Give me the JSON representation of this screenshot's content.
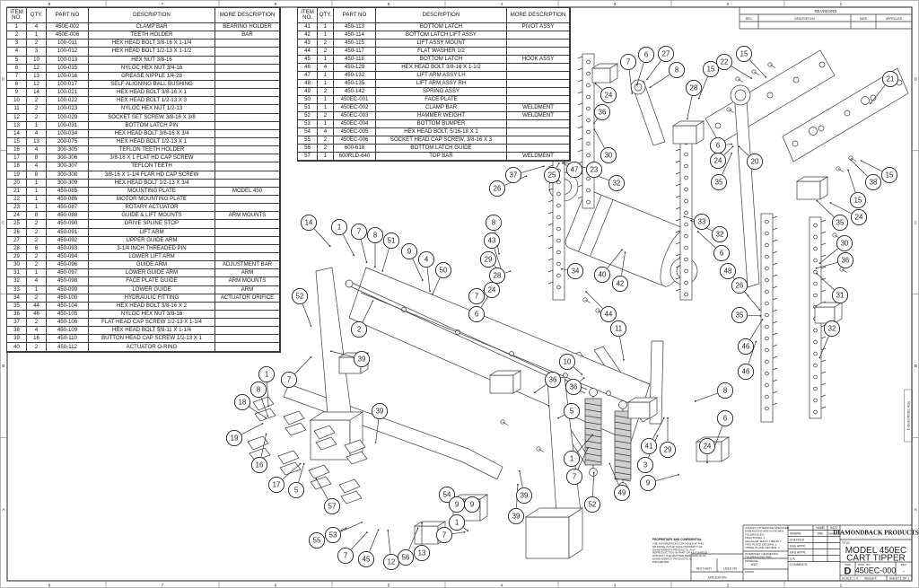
{
  "bom_headers": [
    "ITEM NO.",
    "QTY.",
    "PART NO",
    "DESCRIPTION",
    "MORE DESCRIPTION"
  ],
  "bom_left_rows": [
    [
      "1",
      "4",
      "450E-002",
      "CLAMP BAR",
      "BEARING HOLDER"
    ],
    [
      "2",
      "1",
      "450E-006",
      "TEETH HOLDER",
      "BAR"
    ],
    [
      "3",
      "2",
      "100-011",
      "HEX HEAD BOLT 3/8-16 X 1-1/4",
      ""
    ],
    [
      "4",
      "3",
      "100-012",
      "HEX HEAD BOLT 1/2-13 X 1-1/2",
      ""
    ],
    [
      "5",
      "10",
      "100-013",
      "HEX NUT 3/8-16",
      ""
    ],
    [
      "6",
      "12",
      "100-015",
      "NYLOC HEX NUT 3/4-16",
      ""
    ],
    [
      "7",
      "13",
      "100-016",
      "GREASE NIPPLE 1/4-28",
      ""
    ],
    [
      "8",
      "12",
      "100-017",
      "SELF ALIGNING BALL BUSHING",
      ""
    ],
    [
      "9",
      "14",
      "100-021",
      "HEX HEAD BOLT 3/8-16 X 1",
      ""
    ],
    [
      "10",
      "2",
      "100-022",
      "HEX HEAD BOLT 1/2-13 X 3",
      ""
    ],
    [
      "11",
      "2",
      "100-023",
      "NYLOC HEX NUT 1/2-13",
      ""
    ],
    [
      "12",
      "2",
      "100-029",
      "SOCKET SET SCREW 3/8-16 X 3/8",
      ""
    ],
    [
      "13",
      "1",
      "100-031",
      "BOTTOM LATCH PIN",
      ""
    ],
    [
      "14",
      "4",
      "100-034",
      "HEX HEAD BOLT 3/8-16 X 3/4",
      ""
    ],
    [
      "15",
      "13",
      "200-075",
      "HEX HEAD BOLT 1/2-13 X 1",
      ""
    ],
    [
      "16",
      "4",
      "300-305",
      "TEFLON TEETH HOLDER",
      ""
    ],
    [
      "17",
      "8",
      "300-306",
      "3/8-16 X 1 FLAT HD CAP SCREW",
      ""
    ],
    [
      "18",
      "4",
      "300-307",
      "TEFLON TEETH",
      ""
    ],
    [
      "19",
      "8",
      "300-308",
      "3/8-16 X 1-1/4 FLAR HD CAP SCREW",
      ""
    ],
    [
      "20",
      "1",
      "300-309",
      "HEX HEAD BOLT 1/2-13 X 3/4",
      ""
    ],
    [
      "21",
      "1",
      "450-085",
      "MOUNTING PLATE",
      "MODEL 450"
    ],
    [
      "22",
      "1",
      "450-086",
      "MOTOR MOUNTING PLATE",
      ""
    ],
    [
      "23",
      "1",
      "450-087",
      "ROTARY ACTUATOR",
      ""
    ],
    [
      "24",
      "8",
      "450-088",
      "GUIDE & LIFT MOUNTS",
      "ARM MOUNTS"
    ],
    [
      "25",
      "2",
      "450-090",
      "DRIVE SPLINE STOP",
      ""
    ],
    [
      "26",
      "2",
      "450-091",
      "LIFT ARM",
      ""
    ],
    [
      "27",
      "2",
      "450-092",
      "UPPER GUIDE ARM",
      ""
    ],
    [
      "28",
      "6",
      "450-093",
      "3-1/4 INCH THREADED PIN",
      ""
    ],
    [
      "29",
      "2",
      "450-094",
      "LOWER LIFT ARM",
      ""
    ],
    [
      "30",
      "2",
      "450-096",
      "GUIDE ARM",
      "ADJUSTMENT BAR"
    ],
    [
      "31",
      "1",
      "450-097",
      "LOWER GUIDE ARM",
      "ARM"
    ],
    [
      "32",
      "4",
      "450-098",
      "FACE PLATE GUIDE",
      "ARM MOUNTS"
    ],
    [
      "33",
      "1",
      "450-099",
      "LOWER GUIDE",
      "ARM"
    ],
    [
      "34",
      "2",
      "450-100",
      "HYDRAULIC FITTING",
      "ACTUATOR ORIFICE"
    ],
    [
      "35",
      "44",
      "450-104",
      "HEX HEAD BOLT 3/8-16 X 2",
      ""
    ],
    [
      "36",
      "46",
      "450-105",
      "NYLOC HEX NUT 3/8-16",
      ""
    ],
    [
      "37",
      "2",
      "450-106",
      "FLAT HEAD CAP SCREW 1/2-13 X 1-1/4",
      ""
    ],
    [
      "38",
      "4",
      "450-109",
      "HEX HEAD BOLT 5/8-11 X 1-1/4",
      ""
    ],
    [
      "39",
      "16",
      "450-110",
      "BUTTON HEAD CAP SCREW 1/2-13 X 1",
      ""
    ],
    [
      "40",
      "2",
      "450-112",
      "ACTUATOR O-RING",
      ""
    ]
  ],
  "bom_right_rows": [
    [
      "41",
      "1",
      "450-113",
      "BOTTOM LATCH",
      "PIVOT ASSY"
    ],
    [
      "42",
      "1",
      "450-114",
      "BOTTOM LATCH LIFT ASSY",
      ""
    ],
    [
      "43",
      "2",
      "450-115",
      "LIFT ASSY MOUNT",
      ""
    ],
    [
      "44",
      "2",
      "450-117",
      "FLAT WASHER 1/2",
      ""
    ],
    [
      "45",
      "1",
      "450-118",
      "BOTTOM LATCH",
      "HOOK ASSY"
    ],
    [
      "46",
      "4",
      "450-129",
      "HEX HEAD BOLT 3/8-16 X 1-1/2",
      ""
    ],
    [
      "47",
      "1",
      "450-132",
      "LIFT ARM ASSY LH",
      ""
    ],
    [
      "48",
      "1",
      "450-135",
      "LIFT ARM ASSY RH",
      ""
    ],
    [
      "49",
      "2",
      "450-142",
      "SPRING ASSY",
      ""
    ],
    [
      "50",
      "1",
      "450EC-001",
      "FACE PLATE",
      ""
    ],
    [
      "51",
      "1",
      "450EC-002",
      "CLAMP BAR",
      "WELDMENT"
    ],
    [
      "52",
      "2",
      "450EC-003",
      "HAMMER WEIGHT",
      "WELDMENT"
    ],
    [
      "53",
      "1",
      "450EC-004",
      "BOTTOM BUMPER",
      ""
    ],
    [
      "54",
      "4",
      "450EC-005",
      "HEX HEAD BOLT, 5/16-18 X 1",
      ""
    ],
    [
      "55",
      "2",
      "450EC-006",
      "SOCKET HEAD CAP SCREW, 3/8-16 X 3",
      ""
    ],
    [
      "56",
      "2",
      "600-618",
      "BOTTOM LATCH GUIDE",
      ""
    ],
    [
      "57",
      "1",
      "600RLD-640",
      "TOP BAR",
      "WELDMENT"
    ]
  ],
  "revisions": {
    "title": "REVISIONS",
    "headers": [
      "REV.",
      "DESCRIPTION",
      "DATE",
      "APPROVED"
    ]
  },
  "title_block": {
    "company": "DIAMONDBACK PRODUCTS",
    "title_label": "TITLE:",
    "title_line1": "MODEL 450EC",
    "title_line2": "CART TIPPER",
    "size_label": "SIZE",
    "size": "D",
    "dwg_label": "DWG.  NO.",
    "dwg_no": "450EC-000",
    "rev_label": "REV",
    "rev": "-",
    "scale": "SCALE: 1:4",
    "weight": "WEIGHT:",
    "sheet": "SHEET 1 OF 1",
    "tol_lines": [
      "UNLESS OTHERWISE SPECIFIED:",
      "DIMENSIONS ARE IN INCHES",
      "TOLERANCES:",
      "FRACTIONAL ±",
      "ANGULAR: MACH ±   BEND ±",
      "TWO PLACE DECIMAL    ±",
      "THREE PLACE DECIMAL  ±"
    ],
    "interpret_lines": [
      "INTERPRET GEOMETRIC",
      "TOLERANCING PER:"
    ],
    "material_label": "MATERIAL",
    "material": "A527",
    "finish_label": "FINISH",
    "name_header": "NAME",
    "date_header": "DATE",
    "sign_rows": [
      [
        "DRAWN",
        "DRE",
        "09/07/12"
      ],
      [
        "CHECKED",
        "",
        ""
      ],
      [
        "ENG APPR.",
        "",
        ""
      ],
      [
        "MFG APPR.",
        "",
        ""
      ],
      [
        "Q.A.",
        "",
        ""
      ],
      [
        "COMMENTS:",
        "",
        ""
      ]
    ],
    "next_assy": "NEXT ASSY",
    "used_on": "USED ON",
    "application": "APPLICATION",
    "prop_title": "PROPRIETARY AND CONFIDENTIAL",
    "prop_lines": [
      "THE INFORMATION CONTAINED IN THIS",
      "DRAWING IS THE SOLE PROPERTY OF",
      "DIAMONDBACK PRODUCTS.  ANY",
      "REPRODUCTION IN PART OR AS A WHOLE",
      "WITHOUT THE WRITTEN PERMISSION OF",
      "DIAMONDBACK PRODUCTS IS",
      "PROHIBITED."
    ]
  },
  "zones": {
    "bottom": [
      "8",
      "7",
      "6",
      "5",
      "4",
      "3",
      "2",
      "1"
    ],
    "top": [
      "8",
      "7",
      "6",
      "5",
      "4",
      "3",
      "2",
      "1"
    ],
    "left": [
      "D",
      "C",
      "B",
      "A"
    ],
    "right": [
      "D",
      "C",
      "B",
      "A"
    ],
    "edge_note": "D Model 450EC Assy"
  },
  "colors": {
    "line": "#3c3c3c",
    "border": "#333333",
    "text": "#161616"
  },
  "balloons": [
    [
      "7",
      700,
      69
    ],
    [
      "6",
      720,
      61
    ],
    [
      "27",
      742,
      60
    ],
    [
      "8",
      754,
      78
    ],
    [
      "28",
      773,
      98
    ],
    [
      "15",
      792,
      77
    ],
    [
      "22",
      807,
      69
    ],
    [
      "15",
      829,
      60
    ],
    [
      "21",
      992,
      88
    ],
    [
      "24",
      678,
      106
    ],
    [
      "36",
      671,
      125
    ],
    [
      "30",
      678,
      173
    ],
    [
      "20",
      841,
      180
    ],
    [
      "15",
      991,
      195
    ],
    [
      "38",
      973,
      203
    ],
    [
      "15",
      956,
      223
    ],
    [
      "24",
      957,
      242
    ],
    [
      "35",
      936,
      248
    ],
    [
      "6",
      800,
      162
    ],
    [
      "24",
      800,
      179
    ],
    [
      "35",
      801,
      203
    ],
    [
      "32",
      687,
      204
    ],
    [
      "33",
      782,
      247
    ],
    [
      "30",
      941,
      271
    ],
    [
      "36",
      942,
      290
    ],
    [
      "31",
      936,
      329
    ],
    [
      "32",
      927,
      366
    ],
    [
      "37",
      572,
      195
    ],
    [
      "25",
      615,
      195
    ],
    [
      "47",
      640,
      189
    ],
    [
      "23",
      662,
      189
    ],
    [
      "26",
      554,
      210
    ],
    [
      "8",
      550,
      248
    ],
    [
      "43",
      548,
      268
    ],
    [
      "29",
      544,
      289
    ],
    [
      "28",
      554,
      307
    ],
    [
      "24",
      548,
      323
    ],
    [
      "7",
      531,
      330
    ],
    [
      "6",
      531,
      350
    ],
    [
      "34",
      641,
      302
    ],
    [
      "40",
      671,
      306
    ],
    [
      "42",
      691,
      316
    ],
    [
      "44",
      678,
      350
    ],
    [
      "11",
      689,
      366
    ],
    [
      "10",
      632,
      403
    ],
    [
      "14",
      344,
      248
    ],
    [
      "1",
      378,
      253
    ],
    [
      "7",
      400,
      258
    ],
    [
      "8",
      418,
      262
    ],
    [
      "51",
      436,
      268
    ],
    [
      "9",
      456,
      280
    ],
    [
      "4",
      475,
      289
    ],
    [
      "50",
      494,
      301
    ],
    [
      "52",
      334,
      330
    ],
    [
      "2",
      400,
      367
    ],
    [
      "39",
      403,
      400
    ],
    [
      "1",
      297,
      417
    ],
    [
      "7",
      322,
      423
    ],
    [
      "8",
      288,
      434
    ],
    [
      "18",
      270,
      448
    ],
    [
      "19",
      261,
      488
    ],
    [
      "16",
      289,
      518
    ],
    [
      "17",
      308,
      540
    ],
    [
      "5",
      330,
      546
    ],
    [
      "39",
      423,
      458
    ],
    [
      "57",
      370,
      564
    ],
    [
      "53",
      371,
      596
    ],
    [
      "55",
      353,
      602
    ],
    [
      "7",
      385,
      619
    ],
    [
      "45",
      408,
      623
    ],
    [
      "12",
      436,
      626
    ],
    [
      "56",
      452,
      621
    ],
    [
      "13",
      470,
      616
    ],
    [
      "54",
      498,
      551
    ],
    [
      "9",
      509,
      562
    ],
    [
      "9",
      526,
      562
    ],
    [
      "1",
      509,
      582
    ],
    [
      "7",
      495,
      596
    ],
    [
      "39",
      584,
      552
    ],
    [
      "39",
      575,
      575
    ],
    [
      "36",
      616,
      423
    ],
    [
      "36",
      639,
      431
    ],
    [
      "5",
      637,
      458
    ],
    [
      "1",
      637,
      511
    ],
    [
      "7",
      640,
      531
    ],
    [
      "52",
      660,
      562
    ],
    [
      "49",
      693,
      549
    ],
    [
      "9",
      722,
      538
    ],
    [
      "3",
      719,
      518
    ],
    [
      "41",
      723,
      497
    ],
    [
      "29",
      744,
      501
    ],
    [
      "24",
      788,
      497
    ],
    [
      "8",
      808,
      435
    ],
    [
      "6",
      808,
      466
    ],
    [
      "26",
      824,
      318
    ],
    [
      "32",
      802,
      261
    ],
    [
      "6",
      804,
      282
    ],
    [
      "48",
      811,
      302
    ],
    [
      "35",
      824,
      351
    ],
    [
      "46",
      831,
      386
    ],
    [
      "46",
      831,
      414
    ]
  ]
}
